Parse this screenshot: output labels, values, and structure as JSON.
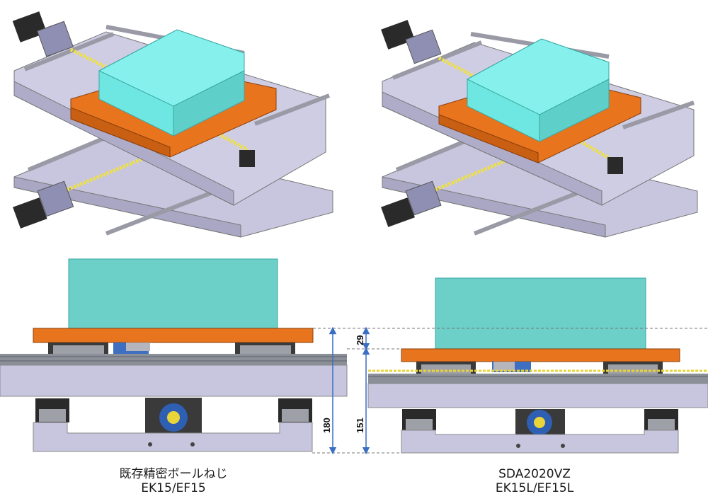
{
  "captions": {
    "left": {
      "line1": "既存精密ボールねじ",
      "line2": "EK15/EF15"
    },
    "right": {
      "line1": "SDA2020VZ",
      "line2": "EK15L/EF15L"
    }
  },
  "dimensions": {
    "left_total": "180",
    "right_total": "151",
    "right_gap": "29"
  },
  "colors": {
    "workpiece": "#6ee6e2",
    "workpiece_side": "#5fcfca",
    "table_plate": "#e8741e",
    "base": "#c8c6df",
    "rail": "#9a9aa6",
    "ballscrew": "#f0e23a",
    "motor": "#2a2a2a",
    "bearing_blue": "#2e5fb3",
    "dim_line": "#3a6fc4"
  }
}
